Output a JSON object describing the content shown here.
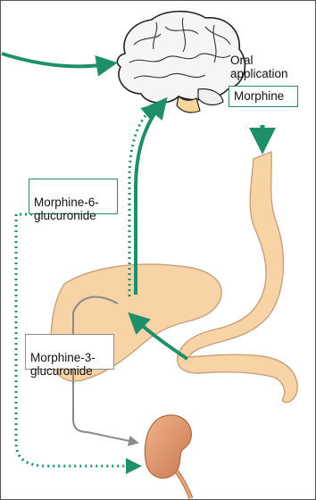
{
  "labels": {
    "oral_application": "Oral\napplication",
    "morphine": "Morphine",
    "m6g": "Morphine-6-\nglucuronide",
    "m3g": "Morphine-3-\nglucuronide"
  },
  "colors": {
    "green_arrow": "#1f8f6a",
    "grey_arrow": "#8a8a8a",
    "organ_fill": "#f7d3a6",
    "organ_stroke": "#c9a07a",
    "kidney_fill": "#d98d63"
  },
  "icons": {
    "brain": "brain-illustration",
    "liver": "liver-illustration",
    "stomach": "stomach-intestine-illustration",
    "kidney": "kidney-illustration"
  }
}
